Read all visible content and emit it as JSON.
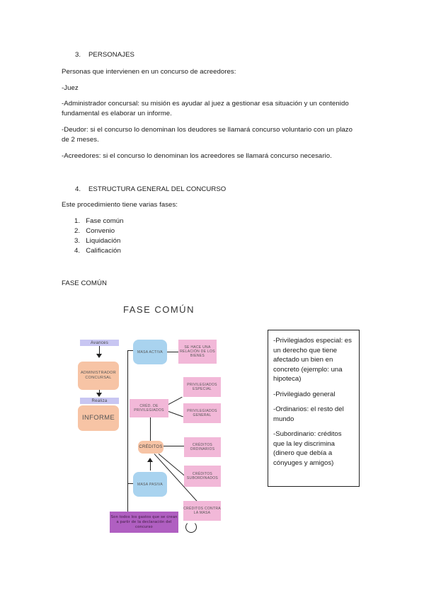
{
  "section3": {
    "heading": "3.    PERSONAJES",
    "intro": "Personas que intervienen en un concurso de acreedores:",
    "juez": "-Juez",
    "admin_line1": "-Administrador concursal: su misión es ayudar al juez a gestionar esa situación y un contenido",
    "admin_line2": "fundamental es elaborar un informe.",
    "deudor_line1": "-Deudor: si el concurso lo denominan los deudores se llamará concurso voluntario con un plazo",
    "deudor_line2": "de 2 meses.",
    "acreedores": "-Acreedores: si el concurso lo denominan los acreedores se llamará concurso necesario."
  },
  "section4": {
    "heading": "4.    ESTRUCTURA GENERAL DEL CONCURSO",
    "intro": "Este procedimiento tiene varias fases:",
    "phases": [
      "1.   Fase común",
      "2.   Convenio",
      "3.   Liquidación",
      "4.   Calificación"
    ]
  },
  "fase_comun_label": "FASE COMÚN",
  "diagram": {
    "title": "FASE COMÚN",
    "avances": "Avances",
    "administrador": "ADMINISTRADOR CONCURSAL",
    "realiza": "Realiza",
    "informe": "INFORME",
    "masa_activa": "MASA ACTIVA",
    "relacion_bienes": "SE HACE UNA RELACIÓN DE LOS BIENES",
    "creditos_privilegiados": "CRÉD. DE PRIVILEGIADOS",
    "privilegiados_especial": "PRIVILEGIADOS ESPECIAL",
    "privilegiados_general": "PRIVILEGIADOS GENERAL",
    "creditos": "CRÉDITOS",
    "creditos_ordinarios": "CRÉDITOS ORDINARIOS",
    "masa_pasiva": "MASA PASIVA",
    "creditos_subordinados": "CRÉDITOS SUBORDINADOS",
    "creditos_contra_masa": "CRÉDITOS CONTRA LA MASA",
    "gastos_note": "Son todos los gastos que se crean a partir de la declaración del concurso"
  },
  "legend_box": {
    "privilegiados_especial": "-Privilegiados especial: es un derecho que tiene afectado un bien en concreto (ejemplo: una hipoteca)",
    "privilegiado_general": "-Privilegiado general",
    "ordinarios": "-Ordinarios: el resto del mundo",
    "subordinario": "-Subordinario: créditos que la ley discrimina (dinero que debía a cónyuges y amigos)"
  }
}
